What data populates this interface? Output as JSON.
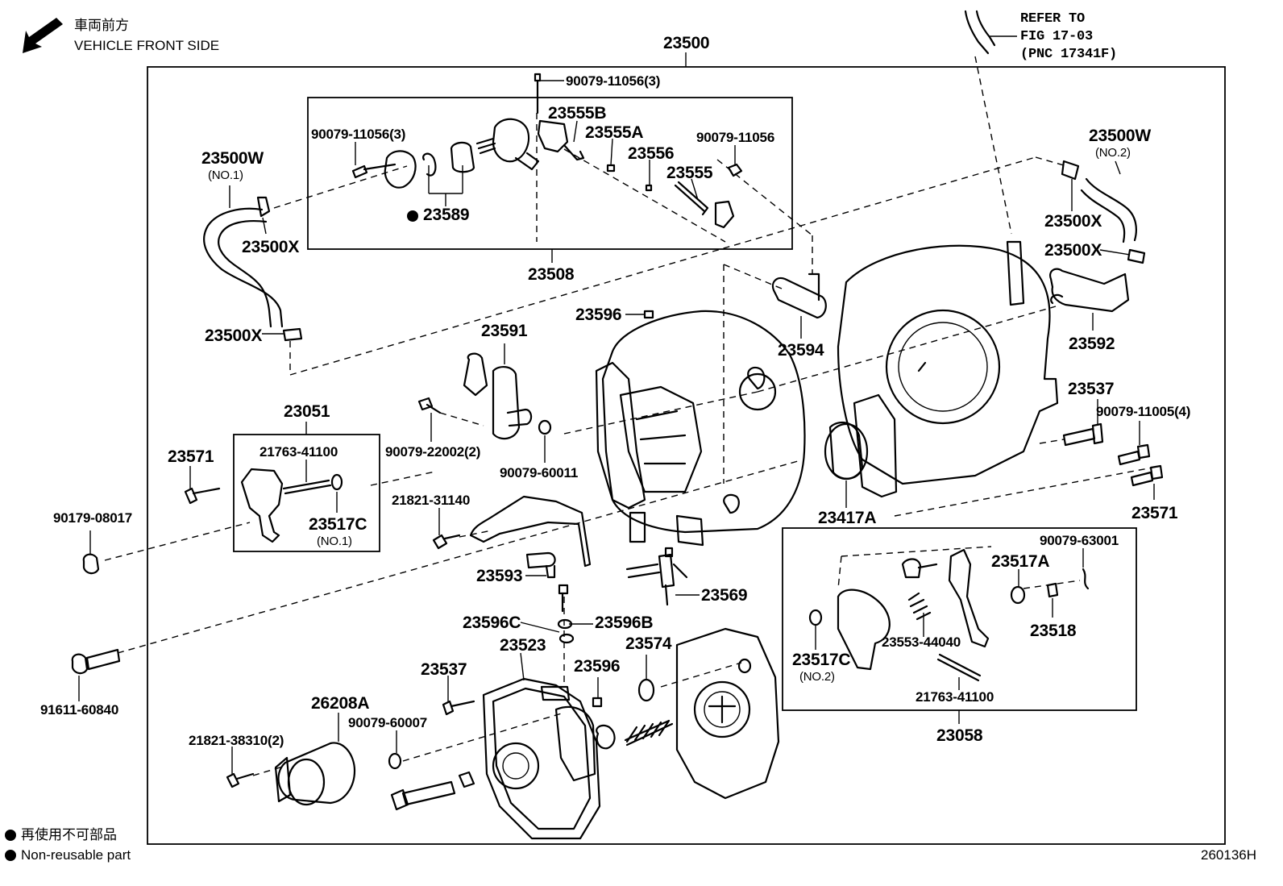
{
  "orientation": {
    "jp": "車両前方",
    "en": "VEHICLE FRONT SIDE"
  },
  "refer": {
    "line1": "REFER TO",
    "line2": "FIG 17-03",
    "line3": "(PNC 17341F)"
  },
  "labels": {
    "l23500": "23500",
    "l90079_11056_3_top": "90079-11056(3)",
    "l23555B": "23555B",
    "l23555A": "23555A",
    "l90079_11056_3_left": "90079-11056(3)",
    "l90079_11056": "90079-11056",
    "l23556": "23556",
    "l23555": "23555",
    "l23589": "23589",
    "l23508": "23508",
    "l23500W_1": "23500W",
    "l23500W_1_sub": "(NO.1)",
    "l23500X_a": "23500X",
    "l23500X_b": "23500X",
    "l23500W_2": "23500W",
    "l23500W_2_sub": "(NO.2)",
    "l23500X_c": "23500X",
    "l23500X_d": "23500X",
    "l23596_top": "23596",
    "l23591": "23591",
    "l23594": "23594",
    "l23592": "23592",
    "l23051": "23051",
    "l21763_41100_top": "21763-41100",
    "l23571_left": "23571",
    "l23517C_1": "23517C",
    "l23517C_1_sub": "(NO.1)",
    "l90079_22002": "90079-22002(2)",
    "l90079_60011": "90079-60011",
    "l21821_31140": "21821-31140",
    "l90179_08017": "90179-08017",
    "l23537_right": "23537",
    "l90079_11005": "90079-11005(4)",
    "l23571_right": "23571",
    "l23417A": "23417A",
    "l90079_63001": "90079-63001",
    "l23517A": "23517A",
    "l23518": "23518",
    "l23553_44040": "23553-44040",
    "l23517C_2": "23517C",
    "l23517C_2_sub": "(NO.2)",
    "l21763_41100_bot": "21763-41100",
    "l23058": "23058",
    "l23593": "23593",
    "l23569": "23569",
    "l23596C": "23596C",
    "l23596B": "23596B",
    "l23523": "23523",
    "l23574": "23574",
    "l23537_left": "23537",
    "l23596_bot": "23596",
    "l91611_60840": "91611-60840",
    "l26208A": "26208A",
    "l90079_60007": "90079-60007",
    "l21821_38310": "21821-38310(2)"
  },
  "legend": {
    "jp": "再使用不可部品",
    "en": "Non-reusable part"
  },
  "figure_id": "260136H"
}
